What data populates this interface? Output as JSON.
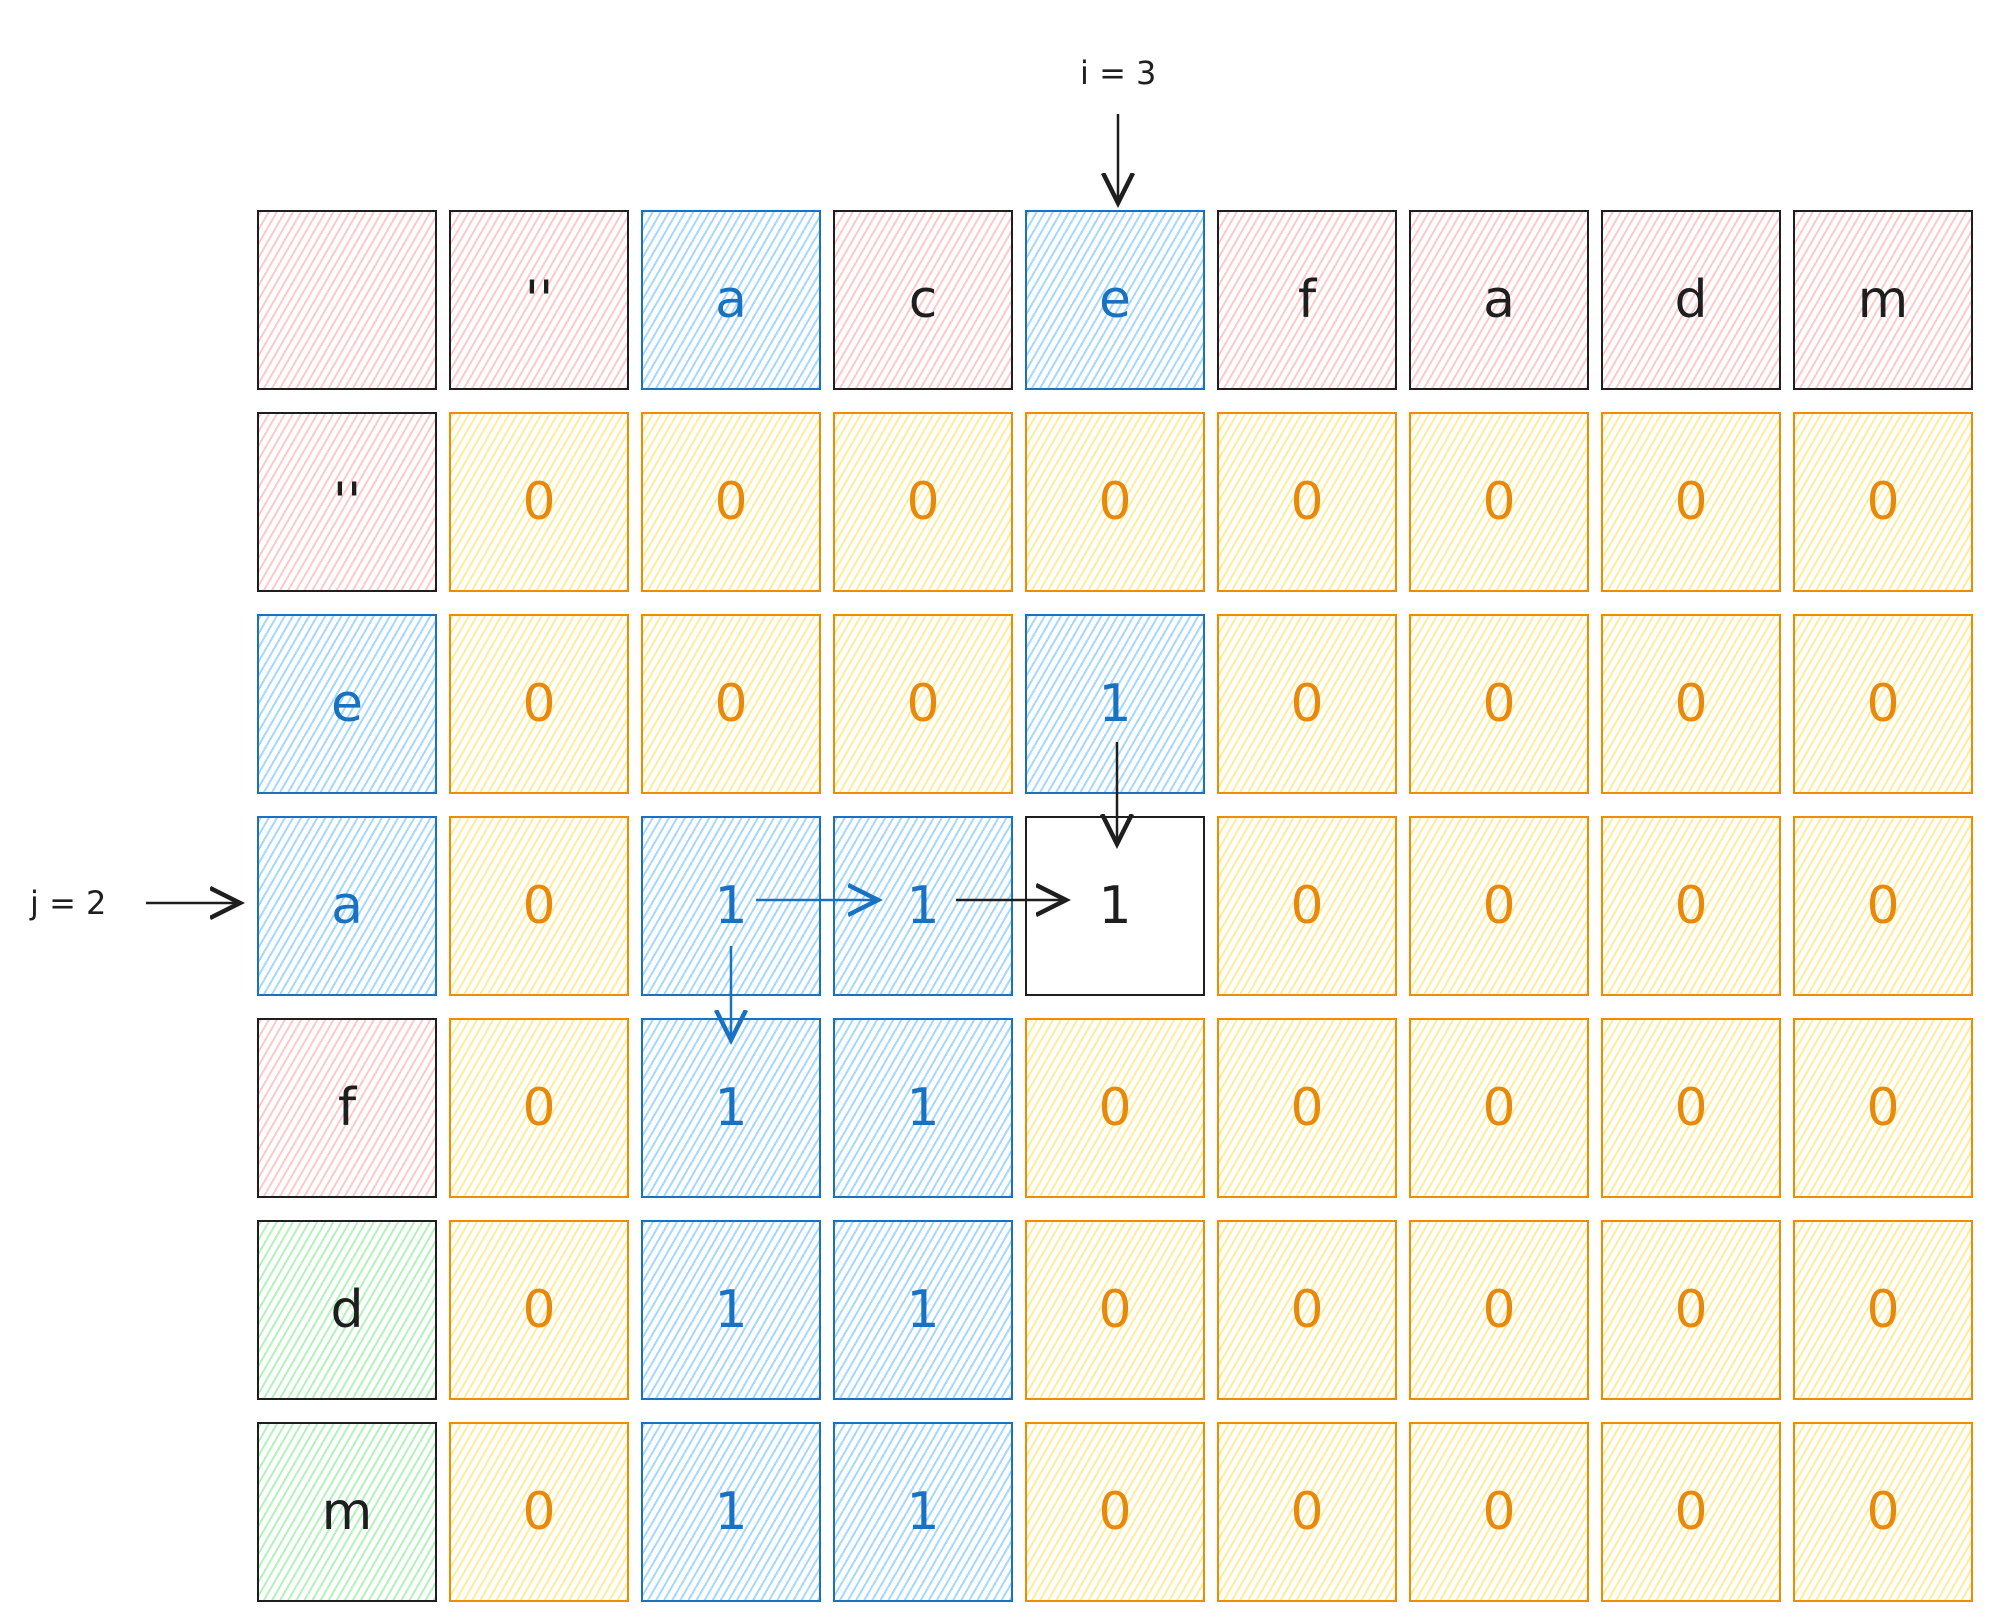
{
  "annotations": {
    "i_label": "i = 3",
    "j_label": "j = 2"
  },
  "colors": {
    "red": "#ffc9c9",
    "blue": "#a5d8ff",
    "yellow": "#ffec99",
    "green": "#b2f2bb",
    "blue_stroke": "#1971c2",
    "orange_stroke": "#f08c00"
  },
  "header": {
    "corner": {
      "text": "",
      "color": "red"
    },
    "columns": [
      {
        "text": "''",
        "color": "red"
      },
      {
        "text": "a",
        "color": "blue"
      },
      {
        "text": "c",
        "color": "red"
      },
      {
        "text": "e",
        "color": "blue"
      },
      {
        "text": "f",
        "color": "red"
      },
      {
        "text": "a",
        "color": "red"
      },
      {
        "text": "d",
        "color": "red"
      },
      {
        "text": "m",
        "color": "red"
      }
    ]
  },
  "rows": [
    {
      "label": "''",
      "color": "red",
      "values": [
        "0",
        "0",
        "0",
        "0",
        "0",
        "0",
        "0",
        "0"
      ],
      "colors": [
        "yellow",
        "yellow",
        "yellow",
        "yellow",
        "yellow",
        "yellow",
        "yellow",
        "yellow"
      ]
    },
    {
      "label": "e",
      "color": "blue",
      "values": [
        "0",
        "0",
        "0",
        "1",
        "0",
        "0",
        "0",
        "0"
      ],
      "colors": [
        "yellow",
        "yellow",
        "yellow",
        "blue",
        "yellow",
        "yellow",
        "yellow",
        "yellow"
      ]
    },
    {
      "label": "a",
      "color": "blue",
      "values": [
        "0",
        "1",
        "1",
        "1",
        "0",
        "0",
        "0",
        "0"
      ],
      "colors": [
        "yellow",
        "blue",
        "blue",
        "white",
        "yellow",
        "yellow",
        "yellow",
        "yellow"
      ]
    },
    {
      "label": "f",
      "color": "red",
      "values": [
        "0",
        "1",
        "1",
        "0",
        "0",
        "0",
        "0",
        "0"
      ],
      "colors": [
        "yellow",
        "blue",
        "blue",
        "yellow",
        "yellow",
        "yellow",
        "yellow",
        "yellow"
      ]
    },
    {
      "label": "d",
      "color": "green",
      "values": [
        "0",
        "1",
        "1",
        "0",
        "0",
        "0",
        "0",
        "0"
      ],
      "colors": [
        "yellow",
        "blue",
        "blue",
        "yellow",
        "yellow",
        "yellow",
        "yellow",
        "yellow"
      ]
    },
    {
      "label": "m",
      "color": "green",
      "values": [
        "0",
        "1",
        "1",
        "0",
        "0",
        "0",
        "0",
        "0"
      ],
      "colors": [
        "yellow",
        "blue",
        "blue",
        "yellow",
        "yellow",
        "yellow",
        "yellow",
        "yellow"
      ]
    }
  ]
}
